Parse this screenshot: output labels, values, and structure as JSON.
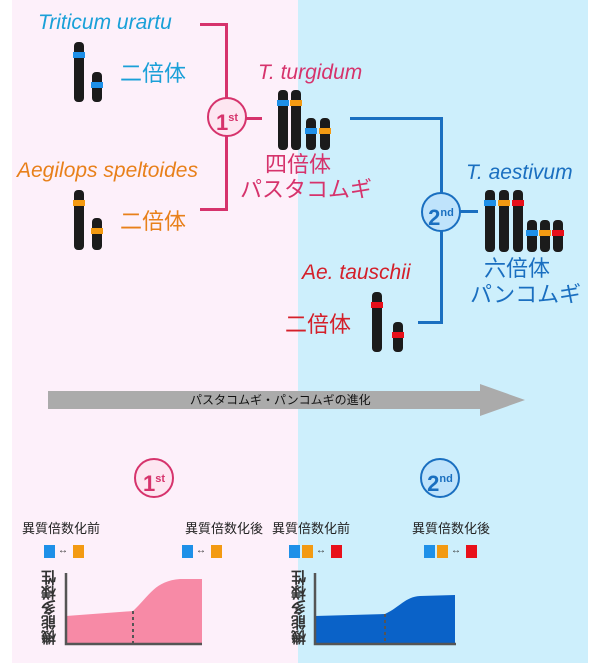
{
  "colors": {
    "pink": "#d6336c",
    "cyan": "#1aa0d8",
    "orange": "#e8801a",
    "red": "#d4202a",
    "blue": "#1a6fc0",
    "band_blue": "#1e90e8",
    "band_orange": "#f39a12",
    "band_red": "#e8101a"
  },
  "species": {
    "urartu": {
      "name": "Triticum urartu",
      "ploidy": "二倍体"
    },
    "speltoides": {
      "name": "Aegilops speltoides",
      "ploidy": "二倍体"
    },
    "turgidum": {
      "name": "T. turgidum",
      "ploidy": "四倍体",
      "common": "パスタコムギ"
    },
    "tauschii": {
      "name": "Ae. tauschii",
      "ploidy": "二倍体"
    },
    "aestivum": {
      "name": "T. aestivum",
      "ploidy": "六倍体",
      "common": "パンコムギ"
    }
  },
  "steps": {
    "first": {
      "num": "1",
      "sup": "st"
    },
    "second": {
      "num": "2",
      "sup": "nd"
    }
  },
  "arrow_label": "パスタコムギ・パンコムギの進化",
  "bottom": {
    "before": "異質倍数化前",
    "after": "異質倍数化後",
    "ylabel": "機能多様性",
    "swap": "↔"
  }
}
